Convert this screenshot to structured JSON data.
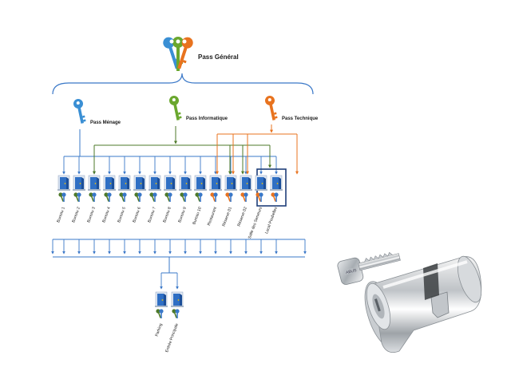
{
  "title": "Pass Général",
  "passes": [
    {
      "label": "Pass Ménage",
      "color": "#3a8fd4"
    },
    {
      "label": "Pass Informatique",
      "color": "#6aa72e"
    },
    {
      "label": "Pass Technique",
      "color": "#e8731f"
    }
  ],
  "rooms": [
    "Bureau 1",
    "Bureau 2",
    "Bureau 3",
    "Bureau 4",
    "Bureau 5",
    "Bureau 6",
    "Bureau 7",
    "Bureau 8",
    "Bureau 9",
    "Bureau 10",
    "Restaurant",
    "Réserve 01",
    "Réserve 02",
    "Salle des Serveurs",
    "Local Poubelles"
  ],
  "common": [
    "Parking",
    "Entrée Principale"
  ],
  "colors": {
    "blue": "#3a78c8",
    "green": "#4e7a2a",
    "orange": "#e8731f",
    "navy": "#1f3f7a",
    "door": "#2f6fc4"
  },
  "icons": [
    "key-icon",
    "door-icon",
    "cylinder-lock-icon"
  ]
}
